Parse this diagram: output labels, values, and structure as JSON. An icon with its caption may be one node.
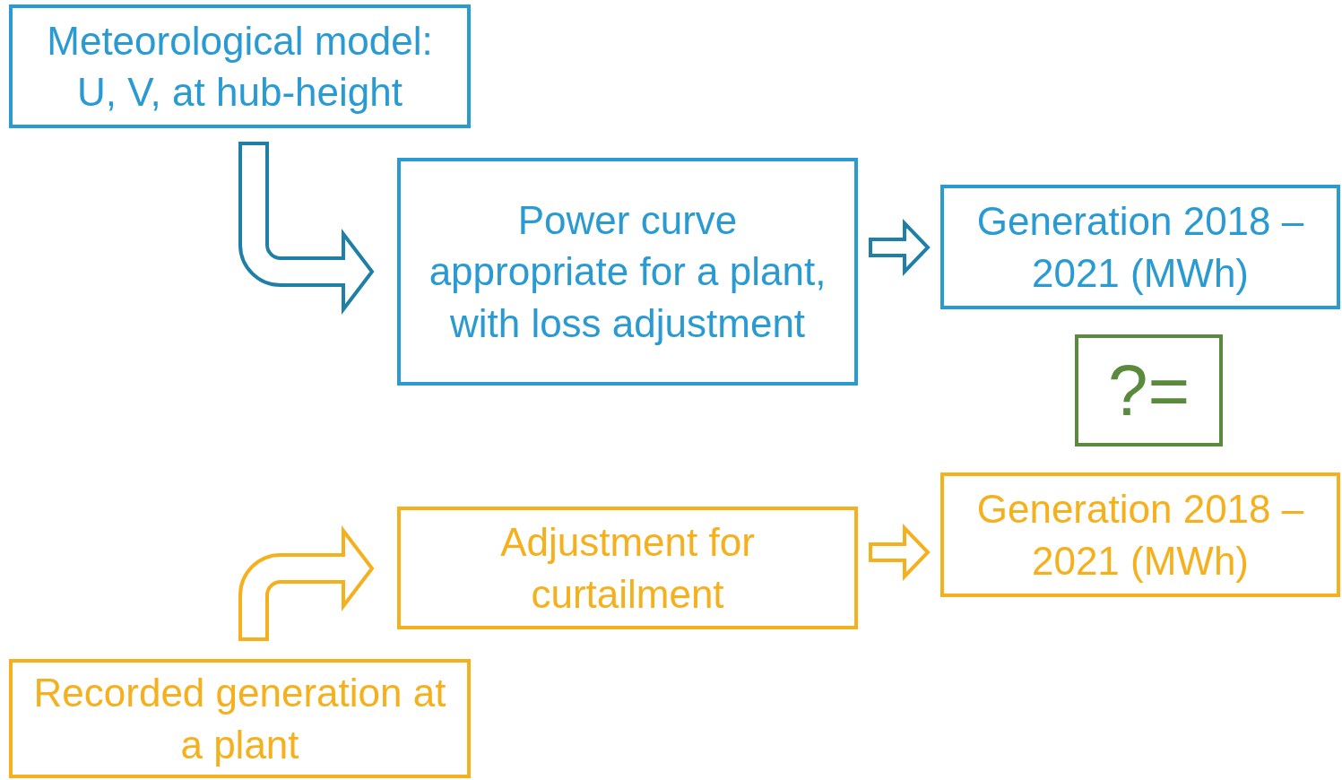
{
  "diagram": {
    "nodes": [
      {
        "text": [
          "Meteorological model: U, V, at hub-height"
        ]
      },
      {
        "text": [
          "Power curve appropriate for a plant, with loss adjustment"
        ]
      },
      {
        "text": [
          "Generation 2018 – 2021 (MWh)"
        ]
      },
      {
        "text": [
          "?="
        ]
      },
      {
        "text": [
          "Adjustment for curtailment"
        ]
      },
      {
        "text": [
          "Generation 2018 – 2021 (MWh)"
        ]
      },
      {
        "text": [
          "Recorded generation at a plant"
        ]
      }
    ],
    "edges": [
      {
        "from": 0,
        "to": 1,
        "arrow": "to",
        "color": "#1f7fa6"
      },
      {
        "from": 1,
        "to": 2,
        "arrow": "to",
        "color": "#1f7fa6"
      },
      {
        "from": 6,
        "to": 4,
        "arrow": "to",
        "color": "#f5b01e"
      },
      {
        "from": 4,
        "to": 5,
        "arrow": "to",
        "color": "#f5b01e"
      }
    ]
  }
}
